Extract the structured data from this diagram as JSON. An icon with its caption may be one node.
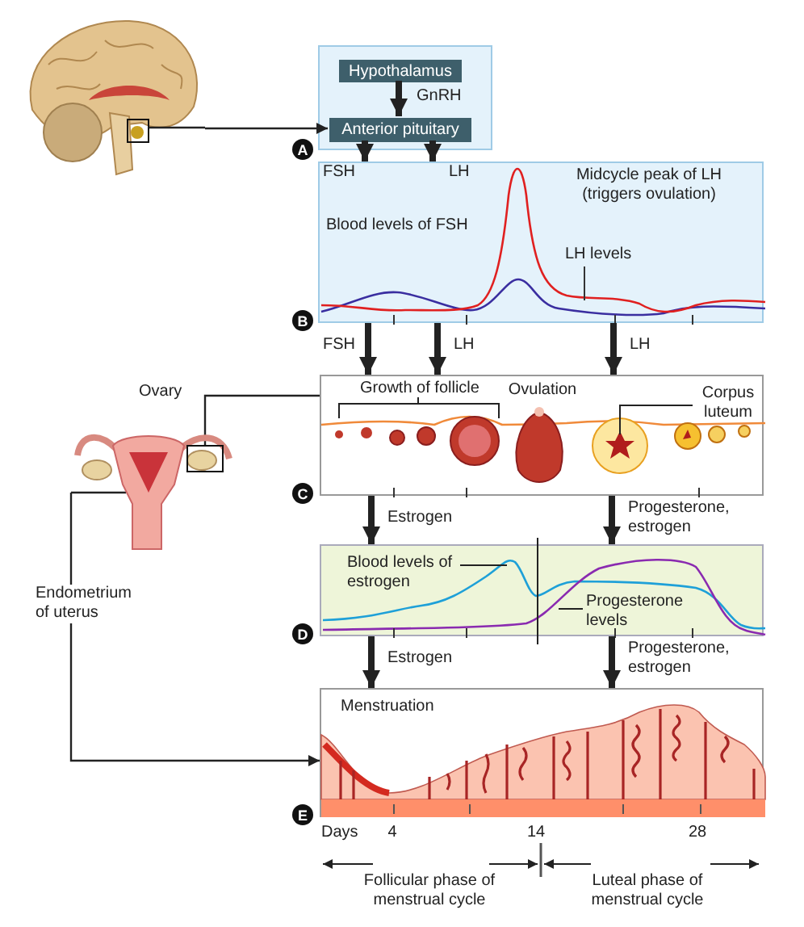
{
  "diagram": {
    "nodes": [
      {
        "text": [],
        "shape": "picture"
      },
      {
        "text": [],
        "shape": "box",
        "beside": [
          "A"
        ]
      },
      {
        "text": [
          "Hypothalamus"
        ],
        "in": 1
      },
      {
        "text": [
          "Anterior pituitary"
        ],
        "in": 1
      },
      {
        "text": [
          "Midcycle peak of LH (triggers ovulation)",
          "Blood levels of FSH",
          "LH levels"
        ],
        "beside": [
          "B"
        ]
      },
      {
        "text": [],
        "shape": "picture"
      },
      {
        "text": [
          "Growth of follicle",
          "Ovulation",
          "Corpus luteum"
        ],
        "beside": [
          "C"
        ]
      },
      {
        "text": [
          "Blood levels of estrogen",
          "Progesterone levels"
        ],
        "beside": [
          "D"
        ]
      },
      {
        "text": [
          "Menstruation"
        ],
        "beside": [
          "E"
        ]
      }
    ],
    "edges": [
      {
        "from": 0,
        "to": 3,
        "arrow": "to"
      },
      {
        "from": 2,
        "to": 3,
        "arrow": "to",
        "label": "GnRH"
      },
      {
        "from": 3,
        "to": 4,
        "arrow": "to",
        "label": "FSH"
      },
      {
        "from": 3,
        "to": 4,
        "arrow": "to",
        "label": "LH"
      },
      {
        "from": 4,
        "to": 6,
        "arrow": "to",
        "label": "FSH"
      },
      {
        "from": 4,
        "to": 6,
        "arrow": "to",
        "label": "LH"
      },
      {
        "from": 4,
        "to": 6,
        "arrow": "to",
        "label": "LH"
      },
      {
        "from": 6,
        "to": 7,
        "arrow": "to",
        "label": "Estrogen"
      },
      {
        "from": 6,
        "to": 7,
        "arrow": "to",
        "label": "Progesterone, estrogen"
      },
      {
        "from": 7,
        "to": 8,
        "arrow": "to",
        "label": "Estrogen"
      },
      {
        "from": 7,
        "to": 8,
        "arrow": "to",
        "label": "Progesterone, estrogen"
      },
      {
        "from": 5,
        "to": 6,
        "arrow": "none"
      },
      {
        "from": 5,
        "to": 8,
        "arrow": "to",
        "label": "Endometrium of uterus"
      }
    ],
    "labels": [
      "Ovary",
      "Days",
      "4",
      "14",
      "28",
      "Follicular phase of menstrual cycle",
      "Luteal phase of menstrual cycle"
    ]
  }
}
